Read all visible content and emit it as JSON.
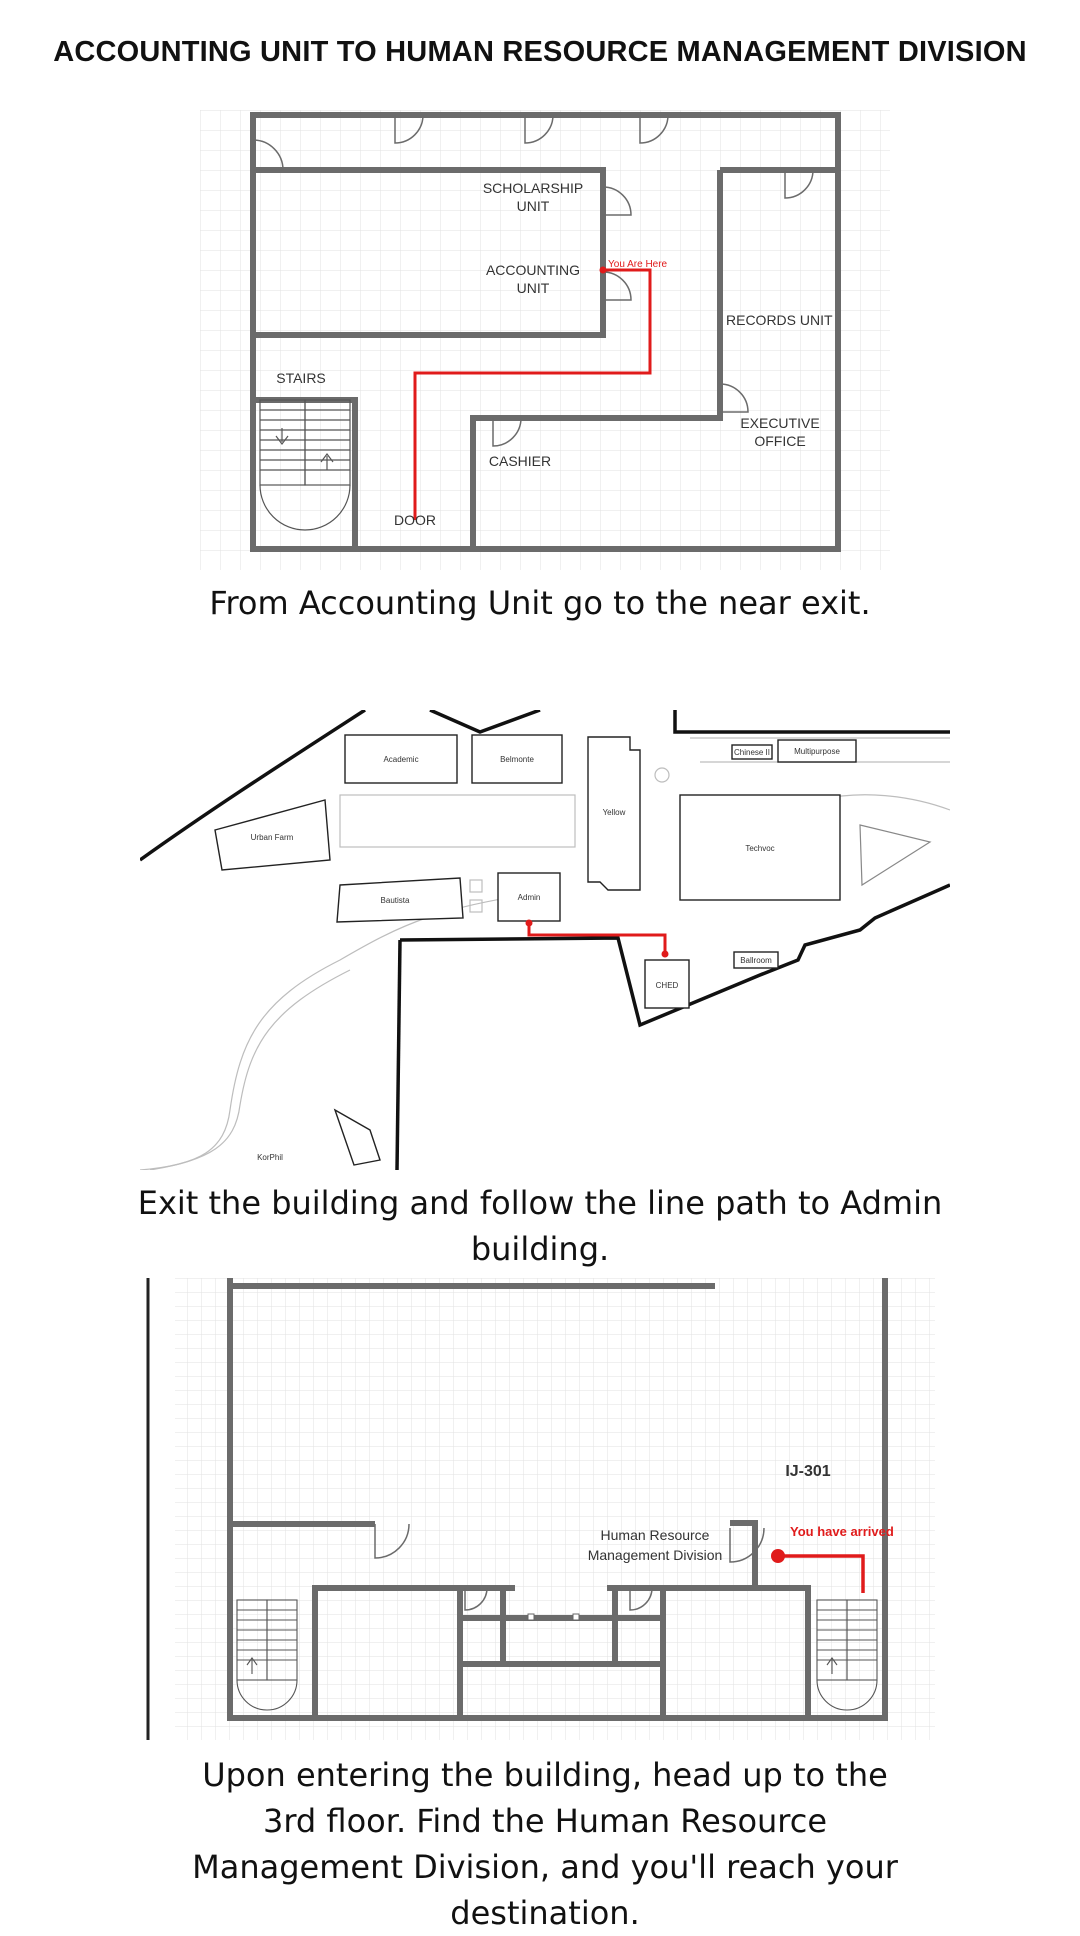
{
  "title": "ACCOUNTING UNIT TO HUMAN RESOURCE MANAGEMENT DIVISION",
  "step1": {
    "caption": "From Accounting Unit go to the near exit.",
    "labels": {
      "scholarship": [
        "SCHOLARSHIP",
        "UNIT"
      ],
      "accounting": [
        "ACCOUNTING",
        "UNIT"
      ],
      "you_are_here": "You Are Here",
      "records": "RECORDS UNIT",
      "stairs": "STAIRS",
      "executive": [
        "EXECUTIVE",
        "OFFICE"
      ],
      "cashier": "CASHIER",
      "door": "DOOR"
    }
  },
  "step2": {
    "caption": "Exit the building and follow the line path to Admin building.",
    "buildings": {
      "academic": "Academic",
      "belmonte": "Belmonte",
      "chinese": "Chinese II",
      "multipurpose": "Multipurpose",
      "yellow": "Yellow",
      "urban_farm": "Urban Farm",
      "techvoc": "Techvoc",
      "bautista": "Bautista",
      "admin": "Admin",
      "ballroom": "Ballroom",
      "ched": "CHED",
      "kophil": "KorPhil"
    }
  },
  "step3": {
    "caption": "Upon entering the building, head up to the 3rd floor. Find the Human Resource Management Division, and you'll reach your destination.",
    "labels": {
      "room": "IJ-301",
      "hr": [
        "Human Resource",
        "Management Division"
      ],
      "arrived": "You have arrived"
    }
  },
  "colors": {
    "route": "#e01b1b",
    "wall": "#6b6b6b",
    "grid": "#e2e2e2"
  }
}
